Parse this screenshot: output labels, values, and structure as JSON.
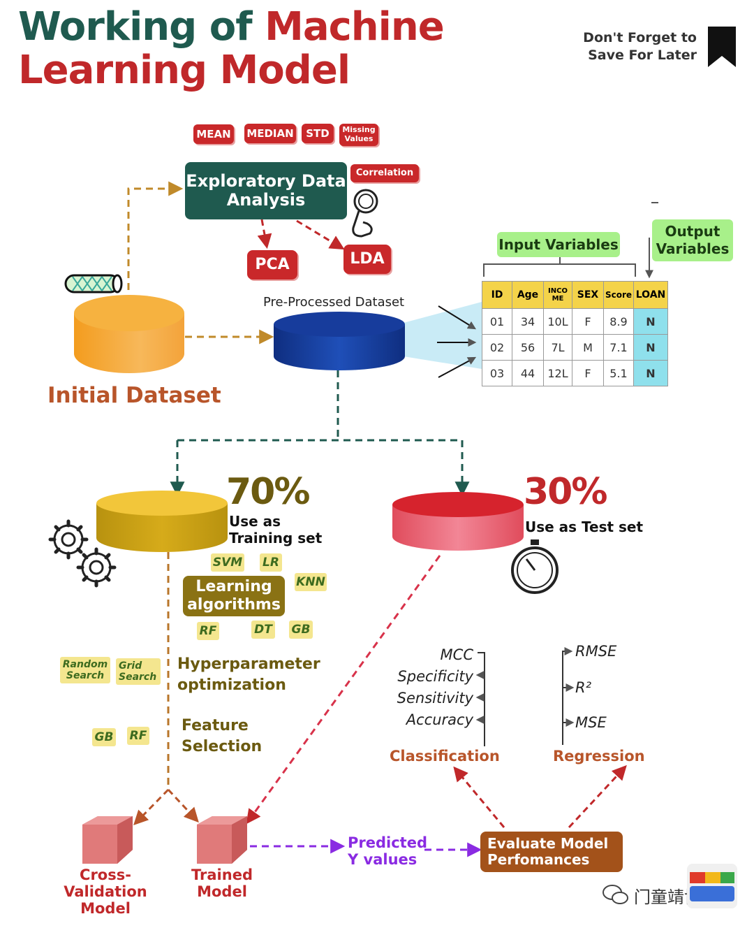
{
  "title": {
    "part1": "Working of ",
    "part2": "Machine",
    "line2": "Learning Model"
  },
  "reminder": {
    "line1": "Don't Forget to",
    "line2": "Save For Later"
  },
  "eda": {
    "stats": [
      "MEAN",
      "MEDIAN",
      "STD"
    ],
    "missing_line1": "Missing",
    "missing_line2": "Values",
    "correlation": "Correlation",
    "box_line1": "Exploratory Data",
    "box_line2": "Analysis",
    "pca": "PCA",
    "lda": "LDA"
  },
  "initial_dataset": "Initial Dataset",
  "preprocessed": "Pre-Processed Dataset",
  "variables": {
    "input": "Input Variables",
    "output_line1": "Output",
    "output_line2": "Variables"
  },
  "table": {
    "headers": [
      "ID",
      "Age",
      "INCO ME",
      "SEX",
      "Score",
      "LOAN"
    ],
    "rows": [
      [
        "01",
        "34",
        "10L",
        "F",
        "8.9",
        "N"
      ],
      [
        "02",
        "56",
        "7L",
        "M",
        "7.1",
        "N"
      ],
      [
        "03",
        "44",
        "12L",
        "F",
        "5.1",
        "N"
      ]
    ]
  },
  "train": {
    "percent": "70%",
    "line1": "Use as",
    "line2": "Training set"
  },
  "test": {
    "percent": "30%",
    "label": "Use as Test set"
  },
  "algorithms": {
    "box_line1": "Learning",
    "box_line2": "algorithms",
    "tags": [
      "SVM",
      "LR",
      "KNN",
      "RF",
      "DT",
      "GB"
    ]
  },
  "hyper": {
    "random_line1": "Random",
    "random_line2": "Search",
    "grid_line1": "Grid",
    "grid_line2": "Search",
    "label_line1": "Hyperparameter",
    "label_line2": "optimization"
  },
  "feature": {
    "tags": [
      "GB",
      "RF"
    ],
    "label_line1": "Feature",
    "label_line2": "Selection"
  },
  "classification": {
    "metrics": [
      "MCC",
      "Specificity",
      "Sensitivity",
      "Accuracy"
    ],
    "label": "Classification"
  },
  "regression": {
    "metrics": [
      "RMSE",
      "R²",
      "MSE"
    ],
    "label": "Regression"
  },
  "models": {
    "cv_line1": "Cross-",
    "cv_line2": "Validation",
    "cv_line3": "Model",
    "trained_line1": "Trained",
    "trained_line2": "Model"
  },
  "predicted": {
    "line1": "Predicted",
    "line2": "Y values"
  },
  "evaluate": {
    "line1": "Evaluate Model",
    "line2": "Perfomances"
  },
  "watermark": "门童靖博士",
  "colors": {
    "green": "#1f5a4f",
    "red": "#c0282a",
    "olive": "#8a7214",
    "brown": "#a3521a",
    "purple": "#8a2be2"
  }
}
